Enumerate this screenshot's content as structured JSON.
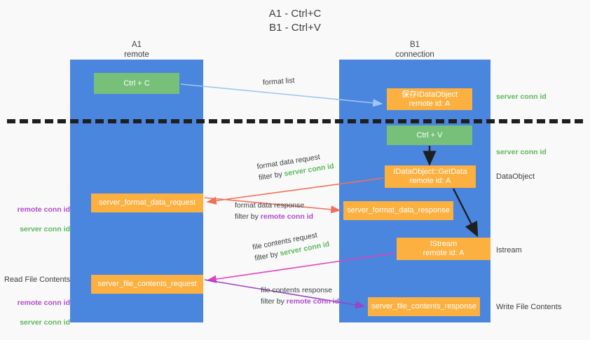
{
  "title": "A1 - Ctrl+C\nB1 - Ctrl+V",
  "lanes": [
    {
      "name": "A1",
      "sub": "remote",
      "header": "A1\nremote"
    },
    {
      "name": "B1",
      "sub": "connection",
      "header": "B1\nconnection"
    }
  ],
  "nodes": {
    "ctrl_c": "Ctrl + C",
    "save_dataobject": "保存IDataObject\nremote id: A",
    "ctrl_v": "Ctrl + V",
    "getdata": "IDataObject::GetData\nremote id: A",
    "istream": "IStream\nremote id: A",
    "server_format_data_request": "server_format_data_request",
    "server_format_data_response": "server_format_data_response",
    "server_file_contents_request": "server_file_contents_request",
    "server_file_contents_response": "server_file_contents_response"
  },
  "edge_labels": {
    "format_list": "format list",
    "format_data_request": {
      "line1": "format data request",
      "prefix": "filter by ",
      "highlight": "server conn id"
    },
    "format_data_response": {
      "line1": "format data response",
      "prefix": "filter by ",
      "highlight": "remote conn id"
    },
    "file_contents_request": {
      "line1": "file contents request",
      "prefix": "filter by ",
      "highlight": "server conn id"
    },
    "file_contents_response": {
      "line1": "file contents response",
      "prefix": "filter by ",
      "highlight": "remote conn id"
    }
  },
  "annotations": {
    "server_conn_id_top": "server conn id",
    "server_conn_id_mid": "server conn id",
    "dataobject": "DataObject",
    "istream": "Istream",
    "write_file_contents": "Write File Contents",
    "read_file_contents": "Read File Contents",
    "remote_conn_id_a": "remote conn id",
    "server_conn_id_a": "server conn id",
    "remote_conn_id_b": "remote conn id",
    "server_conn_id_b": "server conn id"
  },
  "colors": {
    "lane": "#4a86de",
    "green_node": "#76c07a",
    "orange_node": "#fbb040",
    "accent_green_text": "#5cb85c",
    "accent_purple_text": "#b04cc8",
    "arrow_lightblue": "#9fc5f0",
    "arrow_red": "#f1705a",
    "arrow_magenta": "#e040c0",
    "arrow_purple": "#9b44c4",
    "arrow_black": "#1f1f1f",
    "background": "#f9f9f9",
    "divider": "#1f1f1f"
  }
}
